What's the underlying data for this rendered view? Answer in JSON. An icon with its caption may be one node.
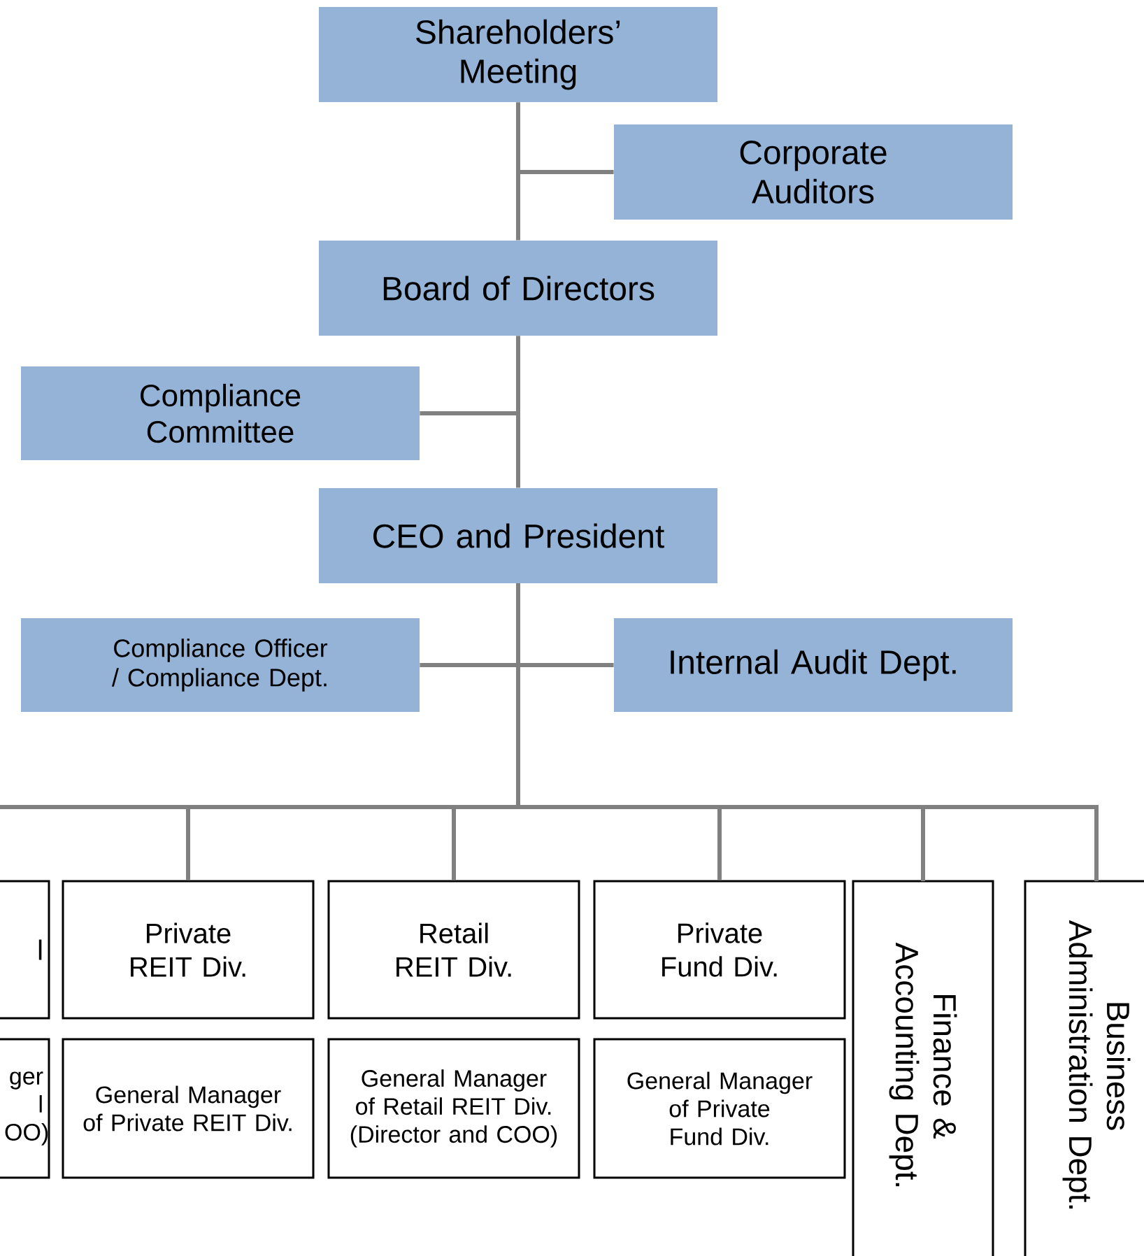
{
  "diagram": {
    "nodes": [
      {
        "text": [
          "Shareholders’ Meeting"
        ]
      },
      {
        "text": [
          "Corporate Auditors"
        ]
      },
      {
        "text": [
          "Board of Directors"
        ]
      },
      {
        "text": [
          "Compliance Committee"
        ]
      },
      {
        "text": [
          "CEO and President"
        ]
      },
      {
        "text": [
          "Compliance Officer / Compliance Dept."
        ]
      },
      {
        "text": [
          "Internal Audit Dept."
        ]
      },
      {
        "text": [
          "l"
        ]
      },
      {
        "text": [
          "Private REIT Div."
        ]
      },
      {
        "text": [
          "Retail REIT Div."
        ]
      },
      {
        "text": [
          "Private Fund Div."
        ]
      },
      {
        "text": [
          "Finance & Accounting Dept."
        ]
      },
      {
        "text": [
          "Business Administration Dept."
        ]
      },
      {
        "text": [
          "ger l OO)"
        ]
      },
      {
        "text": [
          "General Manager of Private REIT Div."
        ]
      },
      {
        "text": [
          "General Manager of Retail REIT Div. (Director and COO)"
        ]
      },
      {
        "text": [
          "General Manager of Private Fund Div."
        ]
      }
    ],
    "edges": [
      {
        "from": 0,
        "to": 2,
        "arrow": "none"
      },
      {
        "from": 0,
        "to": 1,
        "arrow": "none"
      },
      {
        "from": 2,
        "to": 4,
        "arrow": "none"
      },
      {
        "from": 2,
        "to": 3,
        "arrow": "none"
      },
      {
        "from": 4,
        "to": 5,
        "arrow": "none"
      },
      {
        "from": 4,
        "to": 6,
        "arrow": "none"
      },
      {
        "from": 4,
        "to": 7,
        "arrow": "none"
      },
      {
        "from": 4,
        "to": 8,
        "arrow": "none"
      },
      {
        "from": 4,
        "to": 9,
        "arrow": "none"
      },
      {
        "from": 4,
        "to": 10,
        "arrow": "none"
      },
      {
        "from": 4,
        "to": 11,
        "arrow": "none"
      },
      {
        "from": 4,
        "to": 12,
        "arrow": "none"
      }
    ]
  }
}
